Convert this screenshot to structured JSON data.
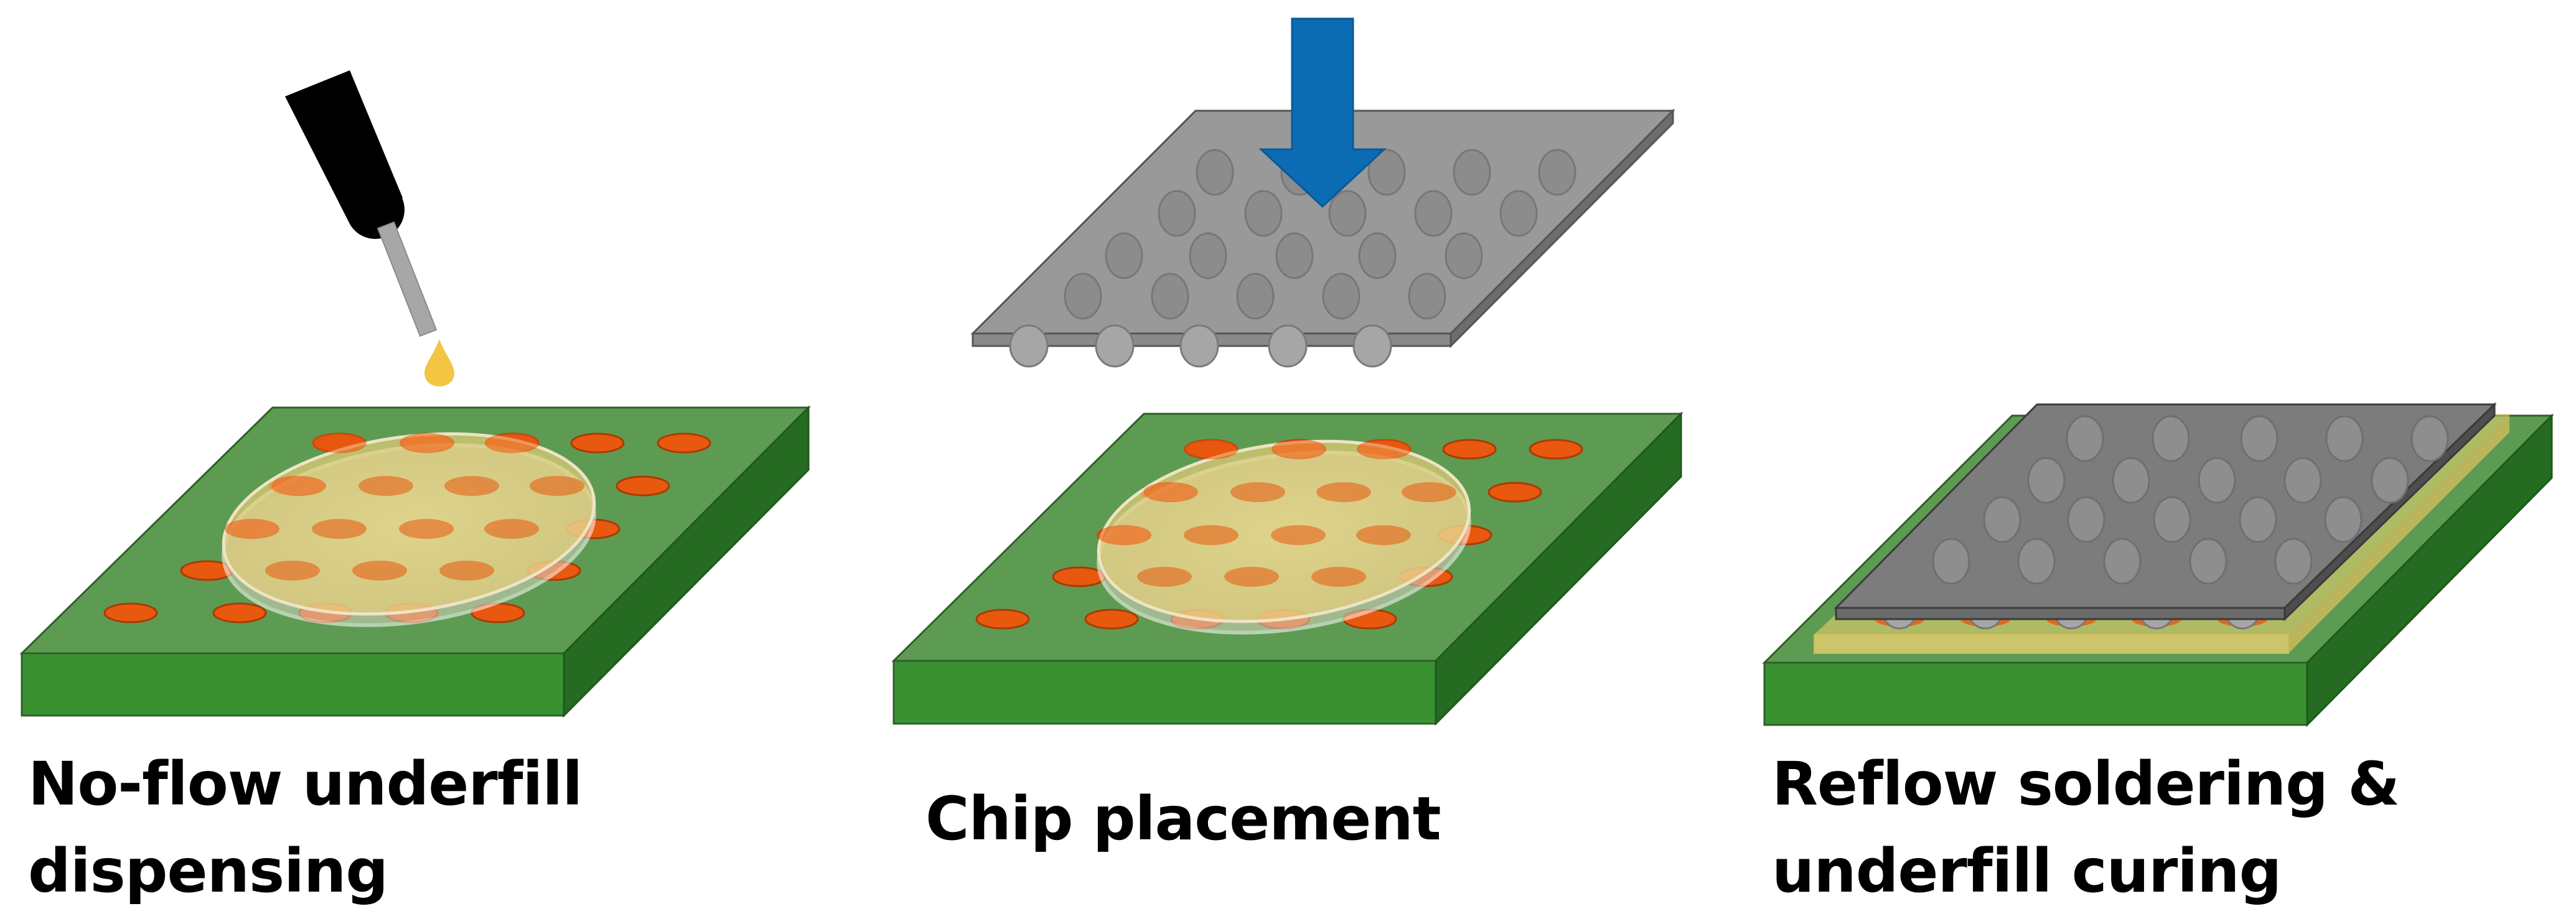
{
  "steps": [
    {
      "caption_line1": "No-flow underfill",
      "caption_line2": "dispensing"
    },
    {
      "caption_line1": "Chip placement"
    },
    {
      "caption_line1": "Reflow soldering &",
      "caption_line2": "underfill curing"
    }
  ],
  "colors": {
    "substrate_top": "#5e9b52",
    "substrate_front": "#3a9132",
    "substrate_side": "#266b22",
    "solder_pad": "#e8580f",
    "underfill": "#f2d372",
    "chip_top": "#999999",
    "chip_final_top": "#7c7c7c",
    "solder_bump": "#a6a6a6",
    "arrow": "#0b6cb4",
    "dispenser_body": "#000000",
    "dispenser_needle": "#a7a7a7",
    "droplet": "#f4c542"
  },
  "icons": [
    "dispenser-icon",
    "underfill-droplet-icon",
    "down-arrow-icon"
  ]
}
